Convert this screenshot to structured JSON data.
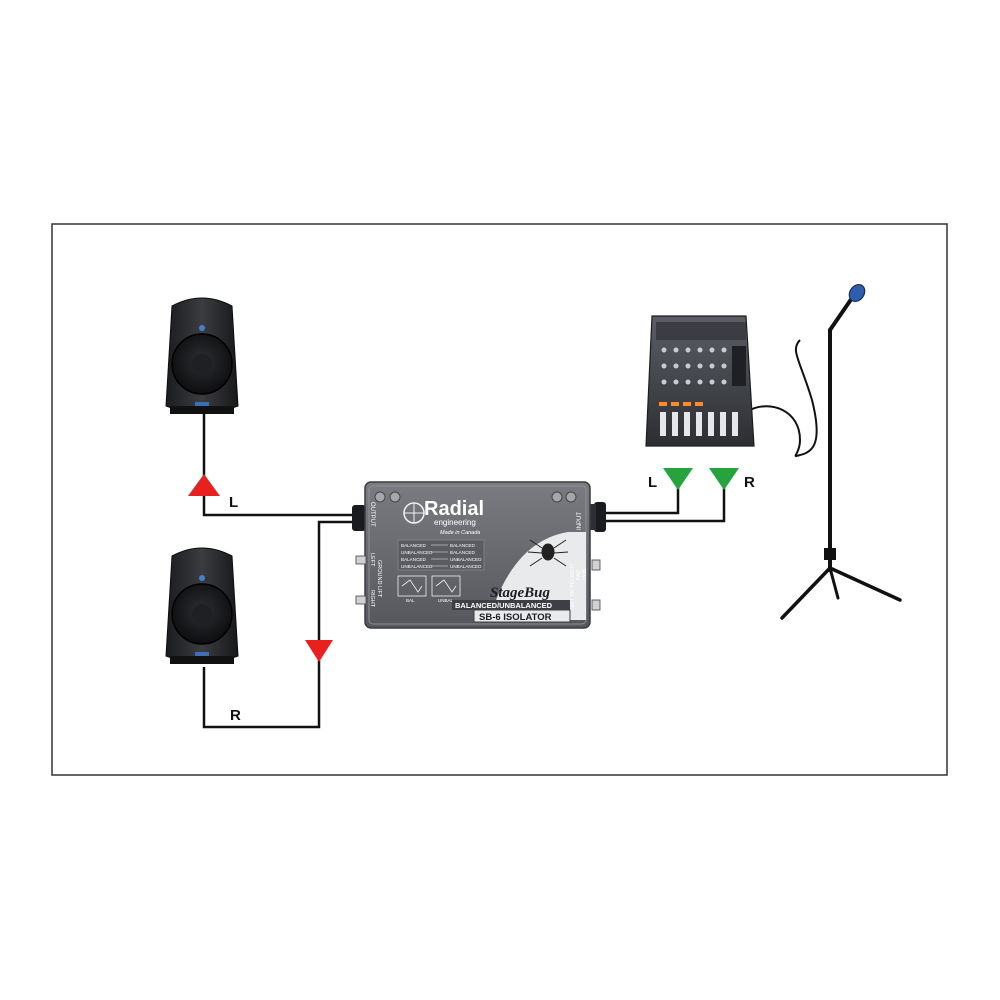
{
  "colors": {
    "frame": "#333333",
    "cable": "#111111",
    "arrow_output": "#e8201f",
    "arrow_input": "#27a33e",
    "box_body": "#6b6d72",
    "box_dark": "#3d3f44"
  },
  "labels": {
    "out_left": "L",
    "out_right": "R",
    "in_left": "L",
    "in_right": "R"
  },
  "device": {
    "brand": "Radial",
    "brand_sub": "engineering",
    "made_in": "Made in Canada",
    "product": "StageBug",
    "type_line": "BALANCED/UNBALANCED",
    "model": "SB-6 ISOLATOR",
    "output_jack": "OUTPUT",
    "input_jack": "INPUT",
    "ground_lift": "GROUND LIFT",
    "left": "LEFT",
    "right": "RIGHT",
    "polarity": "LEFT OR POLARITY",
    "pad": "PAD",
    "pad_db": "-15dB",
    "modes": [
      {
        "out": "BALANCED",
        "in": "BALANCED"
      },
      {
        "out": "UNBALANCED",
        "in": "BALANCED"
      },
      {
        "out": "BALANCED",
        "in": "UNBALANCED"
      },
      {
        "out": "UNBALANCED",
        "in": "UNBALANCED"
      }
    ],
    "switch_bal": "BAL",
    "switch_unbal": "UNBAL"
  },
  "icons": [
    "speaker-icon",
    "mixer-icon",
    "microphone-stand-icon",
    "isolator-box-icon",
    "arrow-up-icon",
    "arrow-down-icon"
  ]
}
